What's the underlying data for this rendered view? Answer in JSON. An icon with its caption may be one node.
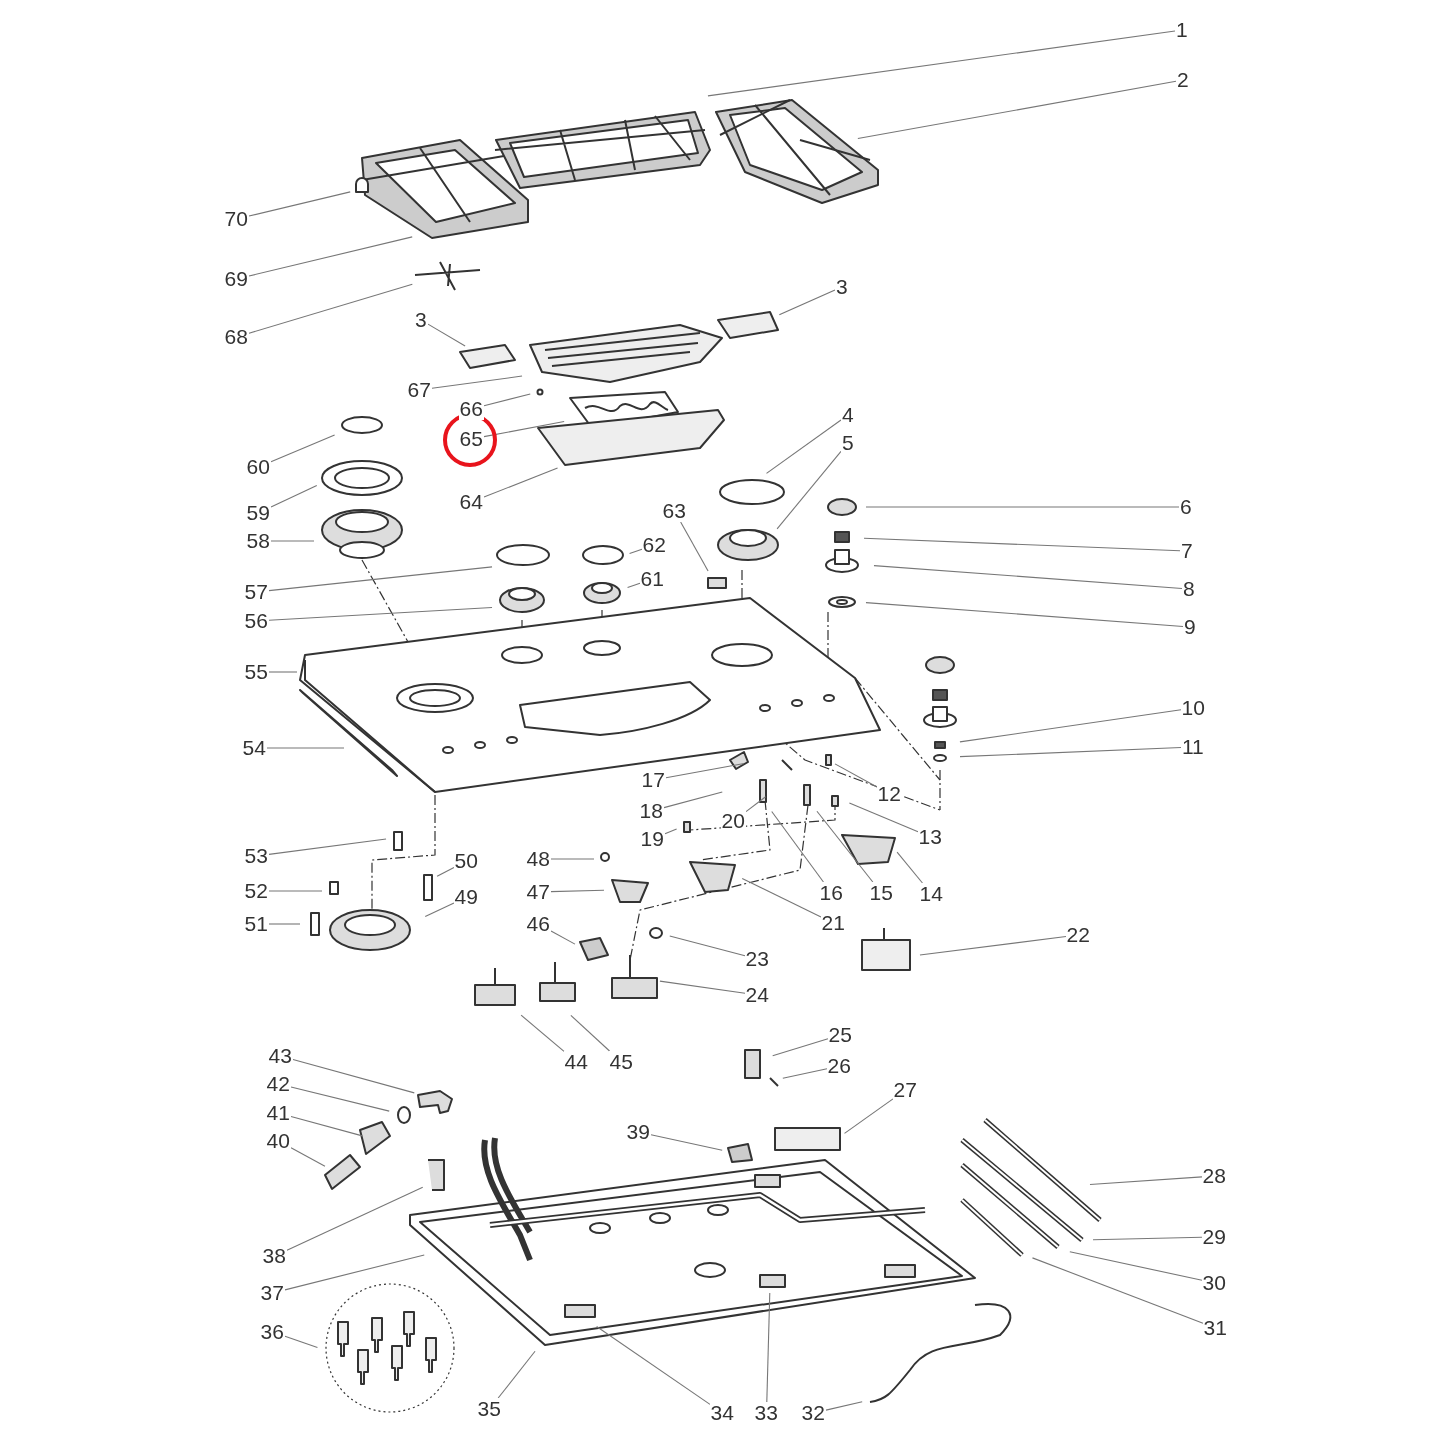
{
  "diagram": {
    "nodes": [
      {
        "text": [
          "1"
        ]
      },
      {
        "text": [
          "2"
        ]
      },
      {
        "text": [
          "3"
        ]
      },
      {
        "text": [
          "3"
        ]
      },
      {
        "text": [
          "4"
        ]
      },
      {
        "text": [
          "5"
        ]
      },
      {
        "text": [
          "6"
        ]
      },
      {
        "text": [
          "7"
        ]
      },
      {
        "text": [
          "8"
        ]
      },
      {
        "text": [
          "9"
        ]
      },
      {
        "text": [
          "10"
        ]
      },
      {
        "text": [
          "11"
        ]
      },
      {
        "text": [
          "12"
        ]
      },
      {
        "text": [
          "13"
        ]
      },
      {
        "text": [
          "14"
        ]
      },
      {
        "text": [
          "15"
        ]
      },
      {
        "text": [
          "16"
        ]
      },
      {
        "text": [
          "17"
        ]
      },
      {
        "text": [
          "18"
        ]
      },
      {
        "text": [
          "19"
        ]
      },
      {
        "text": [
          "20"
        ]
      },
      {
        "text": [
          "21"
        ]
      },
      {
        "text": [
          "22"
        ]
      },
      {
        "text": [
          "23"
        ]
      },
      {
        "text": [
          "24"
        ]
      },
      {
        "text": [
          "25"
        ]
      },
      {
        "text": [
          "26"
        ]
      },
      {
        "text": [
          "27"
        ]
      },
      {
        "text": [
          "28"
        ]
      },
      {
        "text": [
          "29"
        ]
      },
      {
        "text": [
          "30"
        ]
      },
      {
        "text": [
          "31"
        ]
      },
      {
        "text": [
          "32"
        ]
      },
      {
        "text": [
          "33"
        ]
      },
      {
        "text": [
          "34"
        ]
      },
      {
        "text": [
          "35"
        ]
      },
      {
        "text": [
          "36"
        ]
      },
      {
        "text": [
          "37"
        ]
      },
      {
        "text": [
          "38"
        ]
      },
      {
        "text": [
          "39"
        ]
      },
      {
        "text": [
          "40"
        ]
      },
      {
        "text": [
          "41"
        ]
      },
      {
        "text": [
          "42"
        ]
      },
      {
        "text": [
          "43"
        ]
      },
      {
        "text": [
          "44"
        ]
      },
      {
        "text": [
          "45"
        ]
      },
      {
        "text": [
          "46"
        ]
      },
      {
        "text": [
          "47"
        ]
      },
      {
        "text": [
          "48"
        ]
      },
      {
        "text": [
          "49"
        ]
      },
      {
        "text": [
          "50"
        ]
      },
      {
        "text": [
          "51"
        ]
      },
      {
        "text": [
          "52"
        ]
      },
      {
        "text": [
          "53"
        ]
      },
      {
        "text": [
          "54"
        ]
      },
      {
        "text": [
          "55"
        ]
      },
      {
        "text": [
          "56"
        ]
      },
      {
        "text": [
          "57"
        ]
      },
      {
        "text": [
          "58"
        ]
      },
      {
        "text": [
          "59"
        ]
      },
      {
        "text": [
          "60"
        ]
      },
      {
        "text": [
          "61"
        ]
      },
      {
        "text": [
          "62"
        ]
      },
      {
        "text": [
          "63"
        ]
      },
      {
        "text": [
          "64"
        ]
      },
      {
        "text": [
          "65"
        ]
      },
      {
        "text": [
          "66"
        ]
      },
      {
        "text": [
          "67"
        ]
      },
      {
        "text": [
          "68"
        ]
      },
      {
        "text": [
          "69"
        ]
      },
      {
        "text": [
          "70"
        ]
      }
    ],
    "edges": [
      {
        "from": 0,
        "to": null,
        "arrow": "none"
      },
      {
        "from": 1,
        "to": null,
        "arrow": "none"
      },
      {
        "from": 2,
        "to": null,
        "arrow": "none"
      },
      {
        "from": 3,
        "to": null,
        "arrow": "none"
      },
      {
        "from": 4,
        "to": null,
        "arrow": "none"
      },
      {
        "from": 5,
        "to": null,
        "arrow": "none"
      },
      {
        "from": 6,
        "to": null,
        "arrow": "none"
      },
      {
        "from": 7,
        "to": null,
        "arrow": "none"
      },
      {
        "from": 8,
        "to": null,
        "arrow": "none"
      },
      {
        "from": 9,
        "to": null,
        "arrow": "none"
      },
      {
        "from": 10,
        "to": null,
        "arrow": "none"
      },
      {
        "from": 11,
        "to": null,
        "arrow": "none"
      },
      {
        "from": 12,
        "to": null,
        "arrow": "none"
      },
      {
        "from": 13,
        "to": null,
        "arrow": "none"
      },
      {
        "from": 14,
        "to": null,
        "arrow": "none"
      },
      {
        "from": 15,
        "to": null,
        "arrow": "none"
      },
      {
        "from": 16,
        "to": null,
        "arrow": "none"
      },
      {
        "from": 17,
        "to": null,
        "arrow": "none"
      },
      {
        "from": 18,
        "to": null,
        "arrow": "none"
      },
      {
        "from": 19,
        "to": null,
        "arrow": "none"
      },
      {
        "from": 20,
        "to": null,
        "arrow": "none"
      },
      {
        "from": 21,
        "to": null,
        "arrow": "none"
      },
      {
        "from": 22,
        "to": null,
        "arrow": "none"
      },
      {
        "from": 23,
        "to": null,
        "arrow": "none"
      },
      {
        "from": 24,
        "to": null,
        "arrow": "none"
      },
      {
        "from": 25,
        "to": null,
        "arrow": "none"
      },
      {
        "from": 26,
        "to": null,
        "arrow": "none"
      },
      {
        "from": 27,
        "to": null,
        "arrow": "none"
      },
      {
        "from": 28,
        "to": null,
        "arrow": "none"
      },
      {
        "from": 29,
        "to": null,
        "arrow": "none"
      },
      {
        "from": 30,
        "to": null,
        "arrow": "none"
      },
      {
        "from": 31,
        "to": null,
        "arrow": "none"
      },
      {
        "from": 32,
        "to": null,
        "arrow": "none"
      },
      {
        "from": 33,
        "to": null,
        "arrow": "none"
      },
      {
        "from": 34,
        "to": null,
        "arrow": "none"
      },
      {
        "from": 35,
        "to": null,
        "arrow": "none"
      },
      {
        "from": 36,
        "to": null,
        "arrow": "none"
      },
      {
        "from": 37,
        "to": null,
        "arrow": "none"
      },
      {
        "from": 38,
        "to": null,
        "arrow": "none"
      },
      {
        "from": 39,
        "to": null,
        "arrow": "none"
      },
      {
        "from": 40,
        "to": null,
        "arrow": "none"
      },
      {
        "from": 41,
        "to": null,
        "arrow": "none"
      },
      {
        "from": 42,
        "to": null,
        "arrow": "none"
      },
      {
        "from": 43,
        "to": null,
        "arrow": "none"
      },
      {
        "from": 44,
        "to": null,
        "arrow": "none"
      },
      {
        "from": 45,
        "to": null,
        "arrow": "none"
      },
      {
        "from": 46,
        "to": null,
        "arrow": "none"
      },
      {
        "from": 47,
        "to": null,
        "arrow": "none"
      },
      {
        "from": 48,
        "to": null,
        "arrow": "none"
      },
      {
        "from": 49,
        "to": null,
        "arrow": "none"
      },
      {
        "from": 50,
        "to": null,
        "arrow": "none"
      },
      {
        "from": 51,
        "to": null,
        "arrow": "none"
      },
      {
        "from": 52,
        "to": null,
        "arrow": "none"
      },
      {
        "from": 53,
        "to": null,
        "arrow": "none"
      },
      {
        "from": 54,
        "to": null,
        "arrow": "none"
      },
      {
        "from": 55,
        "to": null,
        "arrow": "none"
      },
      {
        "from": 56,
        "to": null,
        "arrow": "none"
      },
      {
        "from": 57,
        "to": null,
        "arrow": "none"
      },
      {
        "from": 58,
        "to": null,
        "arrow": "none"
      },
      {
        "from": 59,
        "to": null,
        "arrow": "none"
      },
      {
        "from": 60,
        "to": null,
        "arrow": "none"
      },
      {
        "from": 61,
        "to": null,
        "arrow": "none"
      },
      {
        "from": 62,
        "to": null,
        "arrow": "none"
      },
      {
        "from": 63,
        "to": null,
        "arrow": "none"
      },
      {
        "from": 64,
        "to": null,
        "arrow": "none"
      },
      {
        "from": 65,
        "to": null,
        "arrow": "none"
      },
      {
        "from": 66,
        "to": null,
        "arrow": "none"
      },
      {
        "from": 67,
        "to": null,
        "arrow": "none"
      },
      {
        "from": 68,
        "to": null,
        "arrow": "none"
      },
      {
        "from": 69,
        "to": null,
        "arrow": "none"
      },
      {
        "from": 70,
        "to": null,
        "arrow": "none"
      }
    ]
  }
}
